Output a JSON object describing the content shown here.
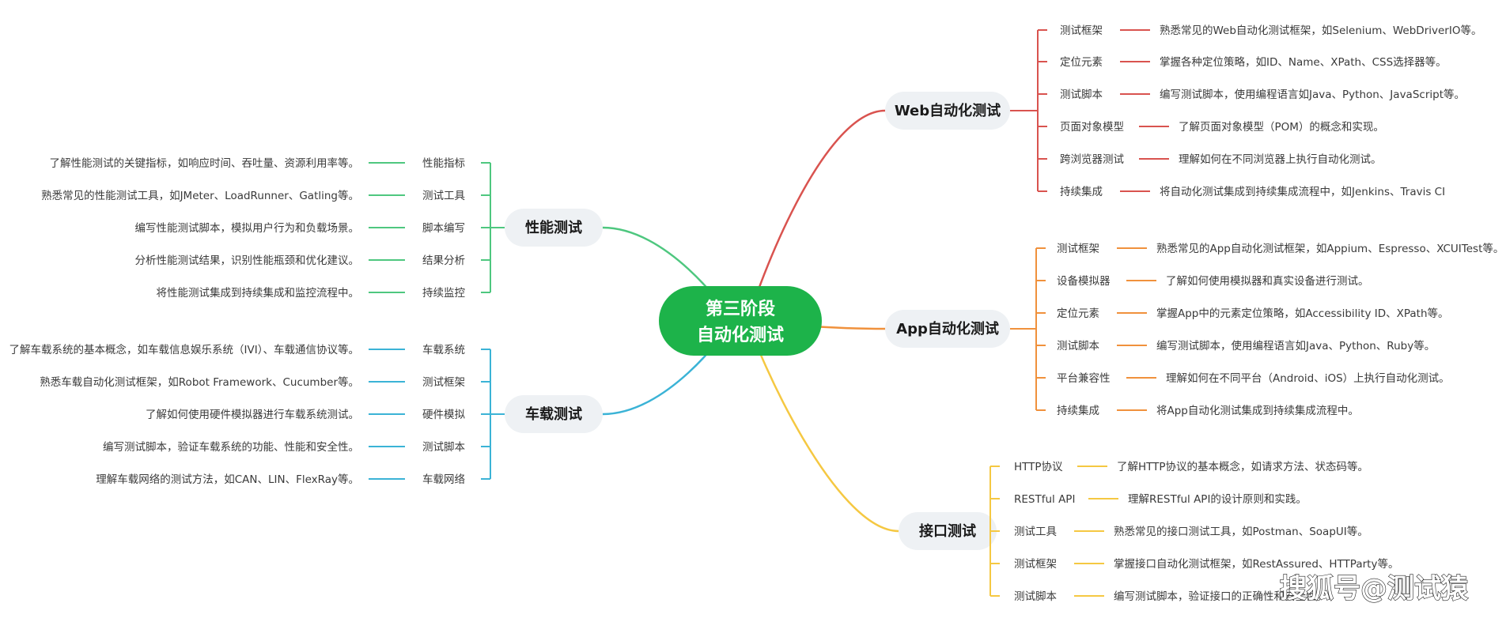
{
  "center": {
    "line1": "第三阶段",
    "line2": "自动化测试",
    "color": "#1db34a"
  },
  "watermark": "搜狐号@测试猿",
  "branches": [
    {
      "id": "web",
      "side": "right",
      "label": "Web自动化测试",
      "color": "#d9534f",
      "items": [
        {
          "label": "测试框架",
          "desc": "熟悉常见的Web自动化测试框架，如Selenium、WebDriverIO等。"
        },
        {
          "label": "定位元素",
          "desc": "掌握各种定位策略，如ID、Name、XPath、CSS选择器等。"
        },
        {
          "label": "测试脚本",
          "desc": "编写测试脚本，使用编程语言如Java、Python、JavaScript等。"
        },
        {
          "label": "页面对象模型",
          "desc": "了解页面对象模型（POM）的概念和实现。"
        },
        {
          "label": "跨浏览器测试",
          "desc": "理解如何在不同浏览器上执行自动化测试。"
        },
        {
          "label": "持续集成",
          "desc": "将自动化测试集成到持续集成流程中，如Jenkins、Travis CI"
        }
      ]
    },
    {
      "id": "app",
      "side": "right",
      "label": "App自动化测试",
      "color": "#f0913c",
      "items": [
        {
          "label": "测试框架",
          "desc": "熟悉常见的App自动化测试框架，如Appium、Espresso、XCUITest等。"
        },
        {
          "label": "设备模拟器",
          "desc": "了解如何使用模拟器和真实设备进行测试。"
        },
        {
          "label": "定位元素",
          "desc": "掌握App中的元素定位策略，如Accessibility ID、XPath等。"
        },
        {
          "label": "测试脚本",
          "desc": "编写测试脚本，使用编程语言如Java、Python、Ruby等。"
        },
        {
          "label": "平台兼容性",
          "desc": "理解如何在不同平台（Android、iOS）上执行自动化测试。"
        },
        {
          "label": "持续集成",
          "desc": "将App自动化测试集成到持续集成流程中。"
        }
      ]
    },
    {
      "id": "api",
      "side": "right",
      "label": "接口测试",
      "color": "#f5c842",
      "items": [
        {
          "label": "HTTP协议",
          "desc": "了解HTTP协议的基本概念，如请求方法、状态码等。"
        },
        {
          "label": "RESTful API",
          "desc": "理解RESTful API的设计原则和实践。"
        },
        {
          "label": "测试工具",
          "desc": "熟悉常见的接口测试工具，如Postman、SoapUI等。"
        },
        {
          "label": "测试框架",
          "desc": "掌握接口自动化测试框架，如RestAssured、HTTParty等。"
        },
        {
          "label": "测试脚本",
          "desc": "编写测试脚本，验证接口的正确性和安全性。"
        }
      ]
    },
    {
      "id": "perf",
      "side": "left",
      "label": "性能测试",
      "color": "#4ec77f",
      "items": [
        {
          "label": "性能指标",
          "desc": "了解性能测试的关键指标，如响应时间、吞吐量、资源利用率等。"
        },
        {
          "label": "测试工具",
          "desc": "熟悉常见的性能测试工具，如JMeter、LoadRunner、Gatling等。"
        },
        {
          "label": "脚本编写",
          "desc": "编写性能测试脚本，模拟用户行为和负载场景。"
        },
        {
          "label": "结果分析",
          "desc": "分析性能测试结果，识别性能瓶颈和优化建议。"
        },
        {
          "label": "持续监控",
          "desc": "将性能测试集成到持续集成和监控流程中。"
        }
      ]
    },
    {
      "id": "car",
      "side": "left",
      "label": "车载测试",
      "color": "#3bb3d6",
      "items": [
        {
          "label": "车载系统",
          "desc": "了解车载系统的基本概念，如车载信息娱乐系统（IVI）、车载通信协议等。"
        },
        {
          "label": "测试框架",
          "desc": "熟悉车载自动化测试框架，如Robot Framework、Cucumber等。"
        },
        {
          "label": "硬件模拟",
          "desc": "了解如何使用硬件模拟器进行车载系统测试。"
        },
        {
          "label": "测试脚本",
          "desc": "编写测试脚本，验证车载系统的功能、性能和安全性。"
        },
        {
          "label": "车载网络",
          "desc": "理解车载网络的测试方法，如CAN、LIN、FlexRay等。"
        }
      ]
    }
  ]
}
